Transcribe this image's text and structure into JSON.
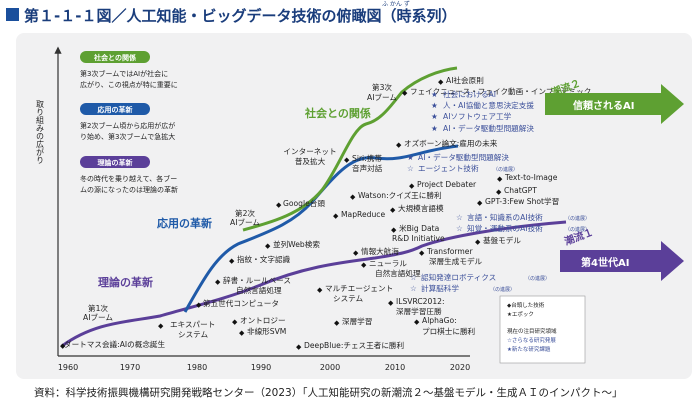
{
  "title": "第１-１-１図／人工知能・ビッグデータ技術の俯瞰図（時系列）",
  "title_ruby": "ふ かん ず",
  "source": "資料：科学技術振興機構研究開発戦略センター（2023）「人工知能研究の新潮流２～基盤モデル・生成ＡＩのインパクト～」",
  "colors": {
    "theory": "#5b3f99",
    "application": "#1f5aa8",
    "society": "#5ea032",
    "title": "#1a3d7c",
    "innovation": "#3b4f9a",
    "panel": "#f1f1f2"
  },
  "y_axis_label": "取り組みの広がり",
  "x_ticks": [
    "1960",
    "1970",
    "1980",
    "1990",
    "2000",
    "2010",
    "2020"
  ],
  "left_boxes": [
    {
      "header": "社会との関係",
      "lines": [
        "第3次ブームではAIが社会に",
        "広がり、この視点が特に重要に"
      ]
    },
    {
      "header": "応用の革新",
      "lines": [
        "第2次ブーム頃から応用が広が",
        "り始め、第3次ブームで急拡大"
      ]
    },
    {
      "header": "理論の革新",
      "lines": [
        "冬の時代を乗り越えて、各ブー",
        "ムの源になったのは理論の革新"
      ]
    }
  ],
  "curve_labels": {
    "theory": "理論の革新",
    "application": "応用の革新",
    "society": "社会との関係"
  },
  "booms": {
    "first": [
      "第1次",
      "AIブーム"
    ],
    "second": [
      "第2次",
      "AIブーム"
    ],
    "third": [
      "第3次",
      "AIブーム"
    ],
    "internet": [
      "インターネット",
      "普及拡大"
    ]
  },
  "tech_items": [
    "ダートマス会議:AIの概念誕生",
    "エキスパート",
    "システム",
    "第五世代コンピュータ",
    "オントロジー",
    "非線形SVM",
    "辞書・ルールベース",
    "自然言語処理",
    "指紋・文字認識",
    "並列Web検索",
    "Google台頭",
    "MapReduce",
    "情報大航海",
    "ニューラル",
    "自然言語処理",
    "マルチエージェント",
    "システム",
    "深層学習",
    "DeepBlue:チェス王者に勝利",
    "ILSVRC2012:",
    "深層学習圧勝",
    "AlphaGo:",
    "プロ棋士に勝利",
    "米Big Data",
    "R&D Initiative",
    "Transformer",
    "深層生成モデル",
    "基盤モデル",
    "Watson:クイズ王に勝利",
    "大規模言語模",
    "Project Debater",
    "Siri:携帯",
    "音声対話",
    "オズボーン論文:雇用の未来",
    "Text-to-Image",
    "ChatGPT",
    "GPT-3:Few Shot学習",
    "フェイクニュース・フェイク動画・インフォデミック",
    "AI社会原則"
  ],
  "emerging_items": [
    {
      "text": "社会におけるAI",
      "note": ""
    },
    {
      "text": "人・AI協働と意思決定支援",
      "note": ""
    },
    {
      "text": "AIソフトウェア工学",
      "note": ""
    },
    {
      "text": "AI・データ駆動型問題解決",
      "note": ""
    },
    {
      "text": "エージェント技術",
      "note": "（の進展）"
    },
    {
      "text": "言語・知識系のAI技術",
      "note": "（の進展）"
    },
    {
      "text": "知覚・運動系のAI技術",
      "note": "（の進展）"
    },
    {
      "text": "認知発達ロボティクス",
      "note": "（の進展）"
    },
    {
      "text": "計算脳科学",
      "note": "（の進展）"
    }
  ],
  "wave_arrows": {
    "wave2": {
      "label": "潮流２",
      "main": "信頼されるAI"
    },
    "wave1": {
      "label": "潮流１",
      "main": "第4世代AI"
    }
  },
  "legend": {
    "marks": [
      "◆台頭した技術",
      "★エポック"
    ],
    "areas": [
      "現在の注目研究領域",
      "☆さらなる研究発展",
      "★新たな研究課題"
    ]
  }
}
